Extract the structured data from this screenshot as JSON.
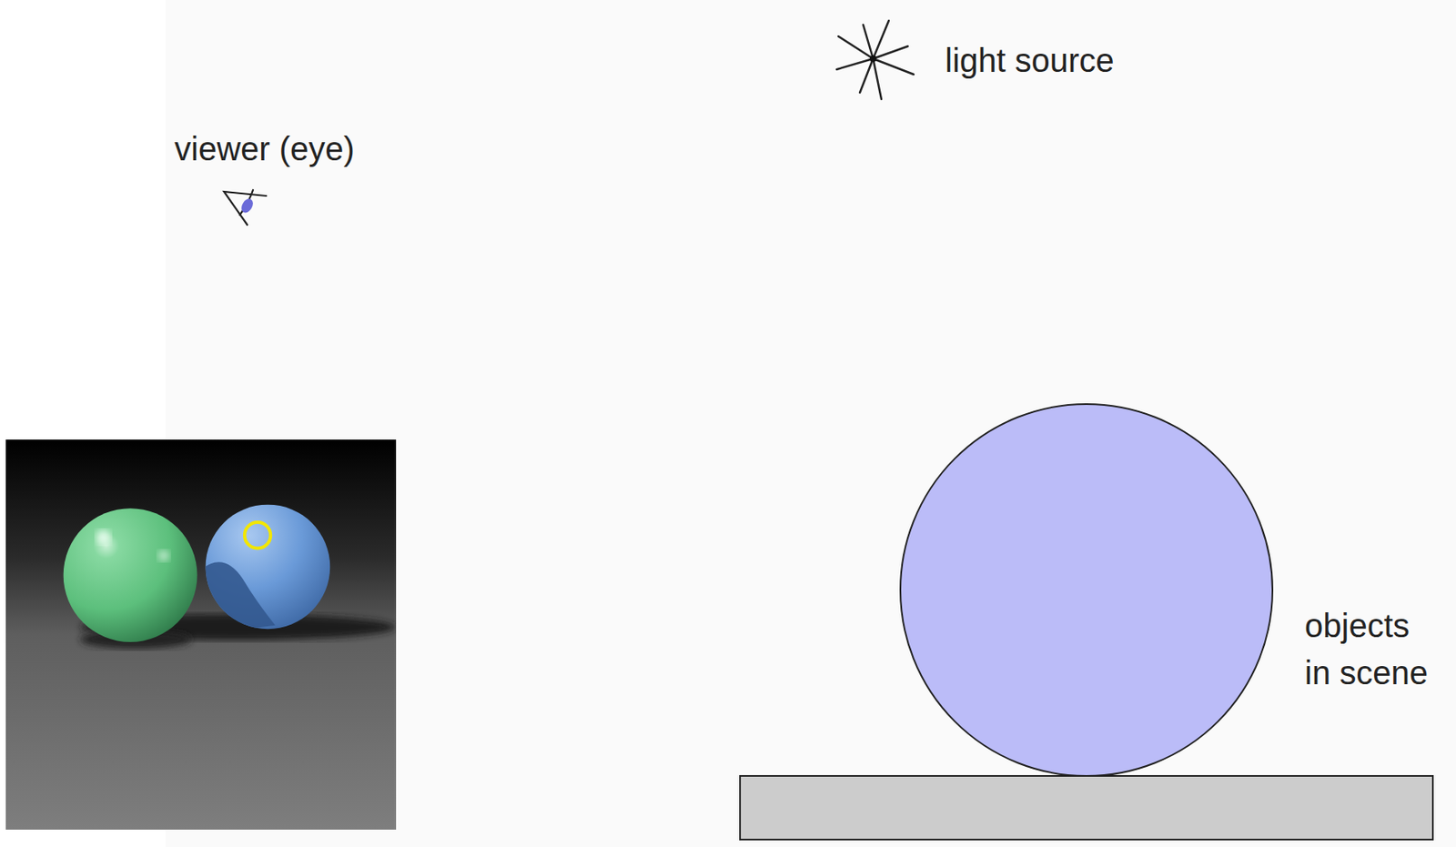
{
  "diagram": {
    "labels": [
      "light source",
      "viewer (eye)",
      "objects in scene"
    ]
  }
}
